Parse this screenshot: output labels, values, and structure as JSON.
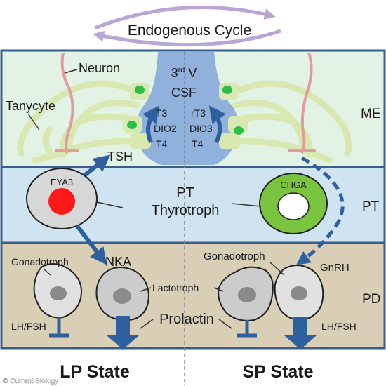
{
  "cycle": {
    "label": "Endogenous Cycle"
  },
  "zones": {
    "me": "ME",
    "pt": "PT",
    "pd": "PD"
  },
  "ventricle": {
    "title": "3",
    "title_sup": "rd",
    "title_suffix": " V",
    "csf": "CSF",
    "left_top": "T3",
    "left_mid": "DIO2",
    "left_bot": "T4",
    "right_top": "rT3",
    "right_mid": "DIO3",
    "right_bot": "T4"
  },
  "labels": {
    "neuron": "Neuron",
    "tanycyte": "Tanycyte",
    "tsh": "TSH",
    "eya3": "EYA3",
    "chga": "CHGA",
    "pt_line1": "PT",
    "pt_line2": "Thyrotroph",
    "gonadotroph_left": "Gonadotroph",
    "gonadotroph_right": "Gonadotroph",
    "nka": "NKA",
    "gnrh": "GnRH",
    "lactotroph": "Lactotroph",
    "prolactin": "Prolactin",
    "lhfsh_left": "LH/FSH",
    "lhfsh_right": "LH/FSH"
  },
  "states": {
    "lp": "LP State",
    "sp": "SP State"
  },
  "credit": "© Current Biology",
  "colors": {
    "me_bg": "#e2f3e6",
    "pt_bg": "#cfe3f0",
    "pd_bg": "#d8cfb6",
    "frame": "#3a5d8c",
    "arrow": "#2e5f9e",
    "cycle": "#b7a6d6",
    "ventricle": "#8fb1dc",
    "tanycyte": "#d9e8b0",
    "neuron": "#e49b9b",
    "dot": "#2bbf4a",
    "eya3": "#ff1a1a",
    "chga": "#7bc440"
  }
}
